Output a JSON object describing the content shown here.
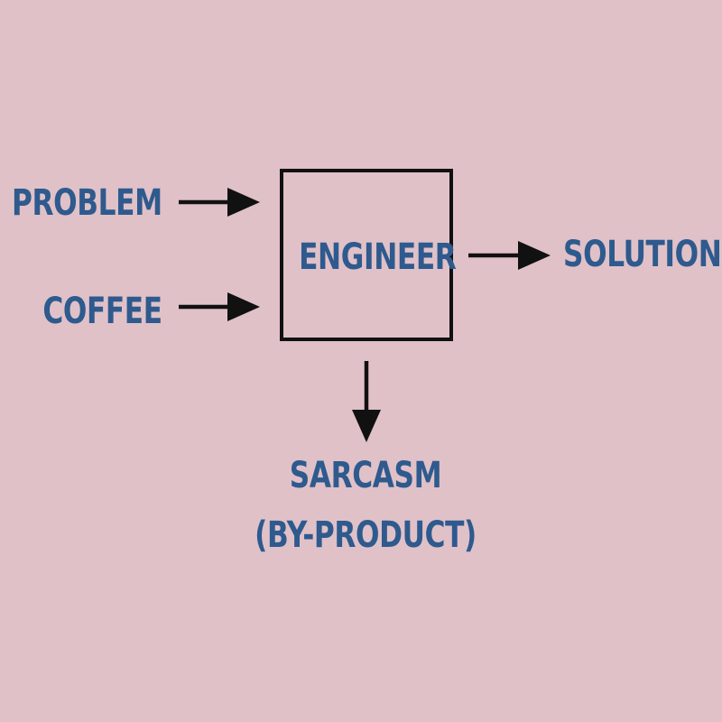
{
  "diagram": {
    "inputs": [
      {
        "label": "PROBLEM"
      },
      {
        "label": "COFFEE"
      }
    ],
    "process": {
      "label": "ENGINEER"
    },
    "output": {
      "label": "SOLUTION"
    },
    "byproduct": {
      "line1": "SARCASM",
      "line2": "(BY-PRODUCT)"
    }
  },
  "colors": {
    "background": "#e0c1c8",
    "text": "#2e5a8e",
    "stroke": "#111111"
  }
}
